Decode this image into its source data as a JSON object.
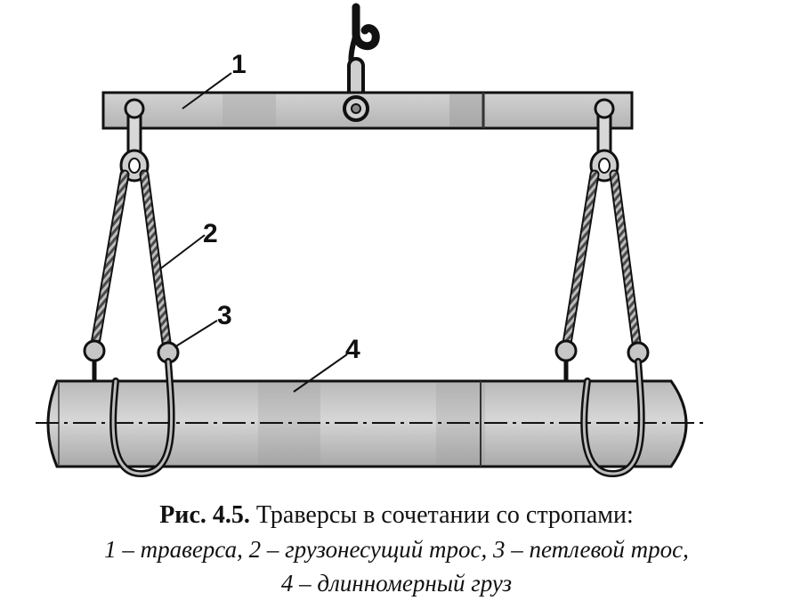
{
  "figure": {
    "callouts": [
      "1",
      "2",
      "3",
      "4"
    ]
  },
  "caption": {
    "label": "Рис. 4.5.",
    "title": " Траверсы в сочетании со стропами:",
    "legend_line1": "1 – траверса, 2 – грузонесущий трос, 3 – петлевой трос,",
    "legend_line2": "4 – длинномерный груз"
  },
  "colors": {
    "ink": "#111111",
    "beam_fill": "#c8c8c8",
    "load_fill": "#c4c4c4",
    "rope": "#555555"
  }
}
